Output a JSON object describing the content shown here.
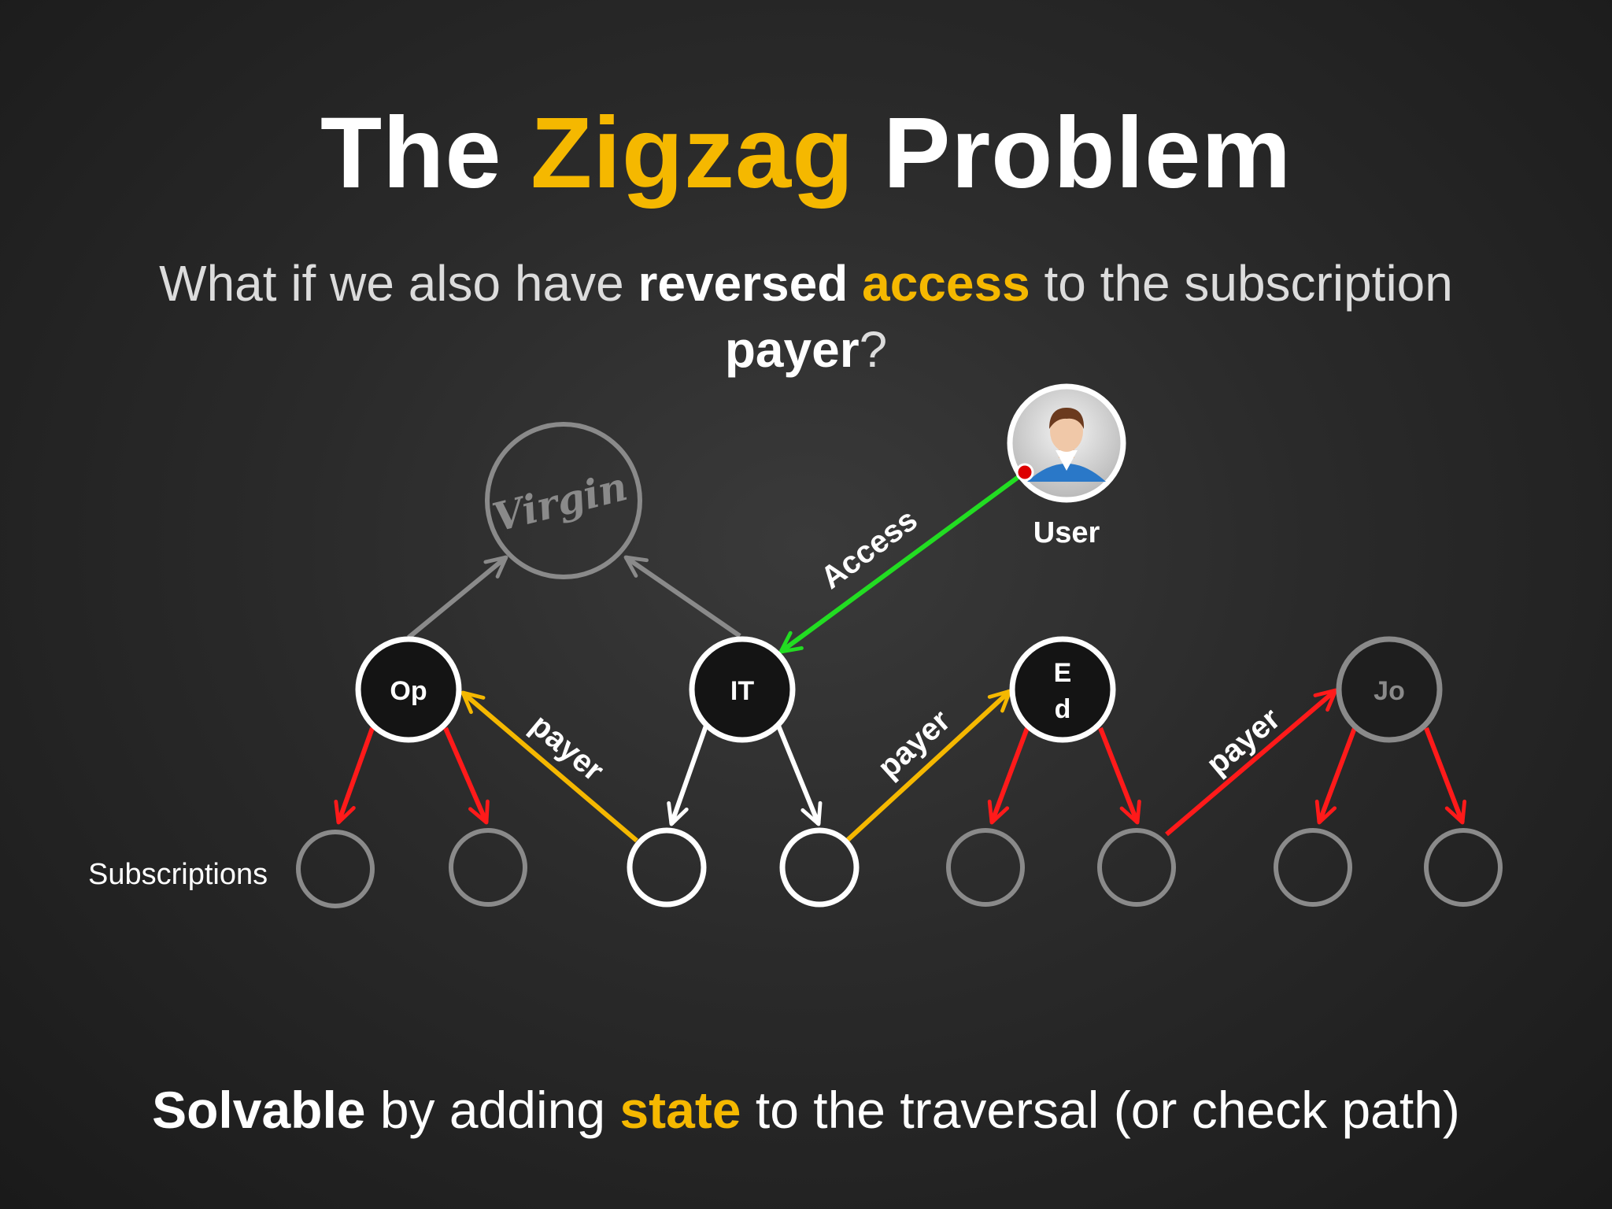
{
  "slide": {
    "title": {
      "pre": "The ",
      "accent": "Zigzag",
      "post": " Problem"
    },
    "subtitle": {
      "t1": "What if we also have ",
      "b1": "reversed",
      "t2": " ",
      "b2": "access",
      "t3": " to the subscription ",
      "b3": "payer",
      "t4": "?"
    },
    "footer": {
      "b1": "Solvable",
      "t1": " by adding ",
      "b2": "state",
      "t2": " to the traversal (or check path)"
    }
  },
  "colors": {
    "accent": "#f5b800",
    "red": "#ff1a1a",
    "green": "#22dd22",
    "gray": "#8a8a8a",
    "white": "#ffffff"
  },
  "diagram": {
    "root_logo": "Virgin",
    "user_label": "User",
    "user_icon": "user-avatar-icon",
    "nodes": {
      "op": "Op",
      "it": "IT",
      "ed_line1": "E",
      "ed_line2": "d",
      "jo": "Jo"
    },
    "edge_labels": {
      "access": "Access",
      "payer1": "payer",
      "payer2": "payer",
      "payer3": "payer"
    },
    "subscriptions_label": "Subscriptions"
  }
}
